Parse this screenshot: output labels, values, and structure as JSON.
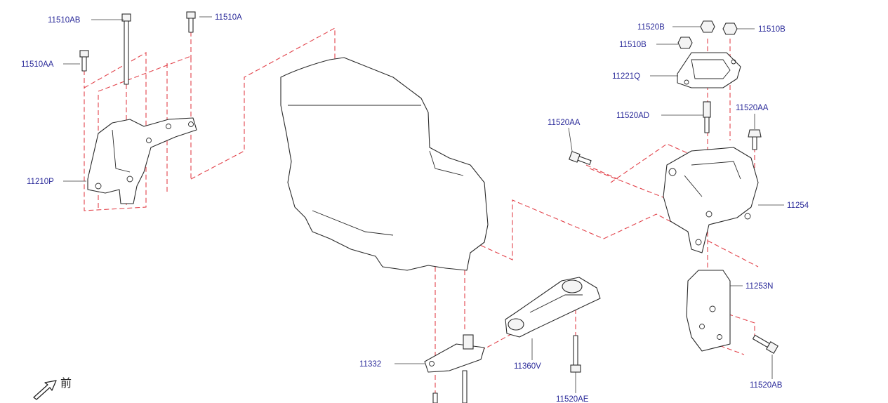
{
  "diagram": {
    "front_label": "前",
    "parts": {
      "p11510AB_top": "11510AB",
      "p11510A": "11510A",
      "p11510AA": "11510AA",
      "p11210P": "11210P",
      "p11520B": "11520B",
      "p11510B_right": "11510B",
      "p11510B_left": "11510B",
      "p11221Q": "11221Q",
      "p11520AD": "11520AD",
      "p11520AA_right": "11520AA",
      "p11520AA_left": "11520AA",
      "p11254": "11254",
      "p11253N": "11253N",
      "p11520AB_bottom": "11520AB",
      "p11332": "11332",
      "p11360V": "11360V",
      "p11520AE": "11520AE"
    }
  },
  "colors": {
    "label": "#2b2b9a",
    "dashed_guide": "#e2424a",
    "outline": "#2a2a2a"
  }
}
